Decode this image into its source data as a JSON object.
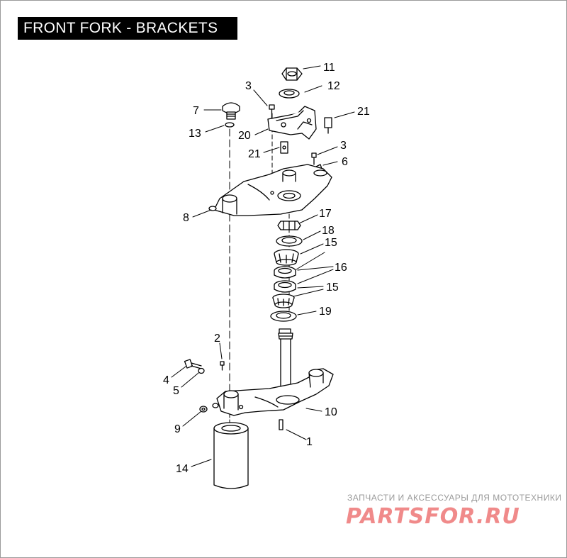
{
  "title": "FRONT FORK - BRACKETS",
  "callouts": [
    "1",
    "2",
    "3",
    "3",
    "4",
    "5",
    "6",
    "7",
    "8",
    "9",
    "10",
    "11",
    "12",
    "13",
    "14",
    "15",
    "15",
    "16",
    "17",
    "18",
    "19",
    "20",
    "21",
    "21"
  ],
  "watermark": {
    "tagline": "ЗАПЧАСТИ И АКСЕССУАРЫ ДЛЯ МОТОТЕХНИКИ",
    "logo": "PARTSFOR.RU",
    "logo_color": "#f08a8a"
  }
}
